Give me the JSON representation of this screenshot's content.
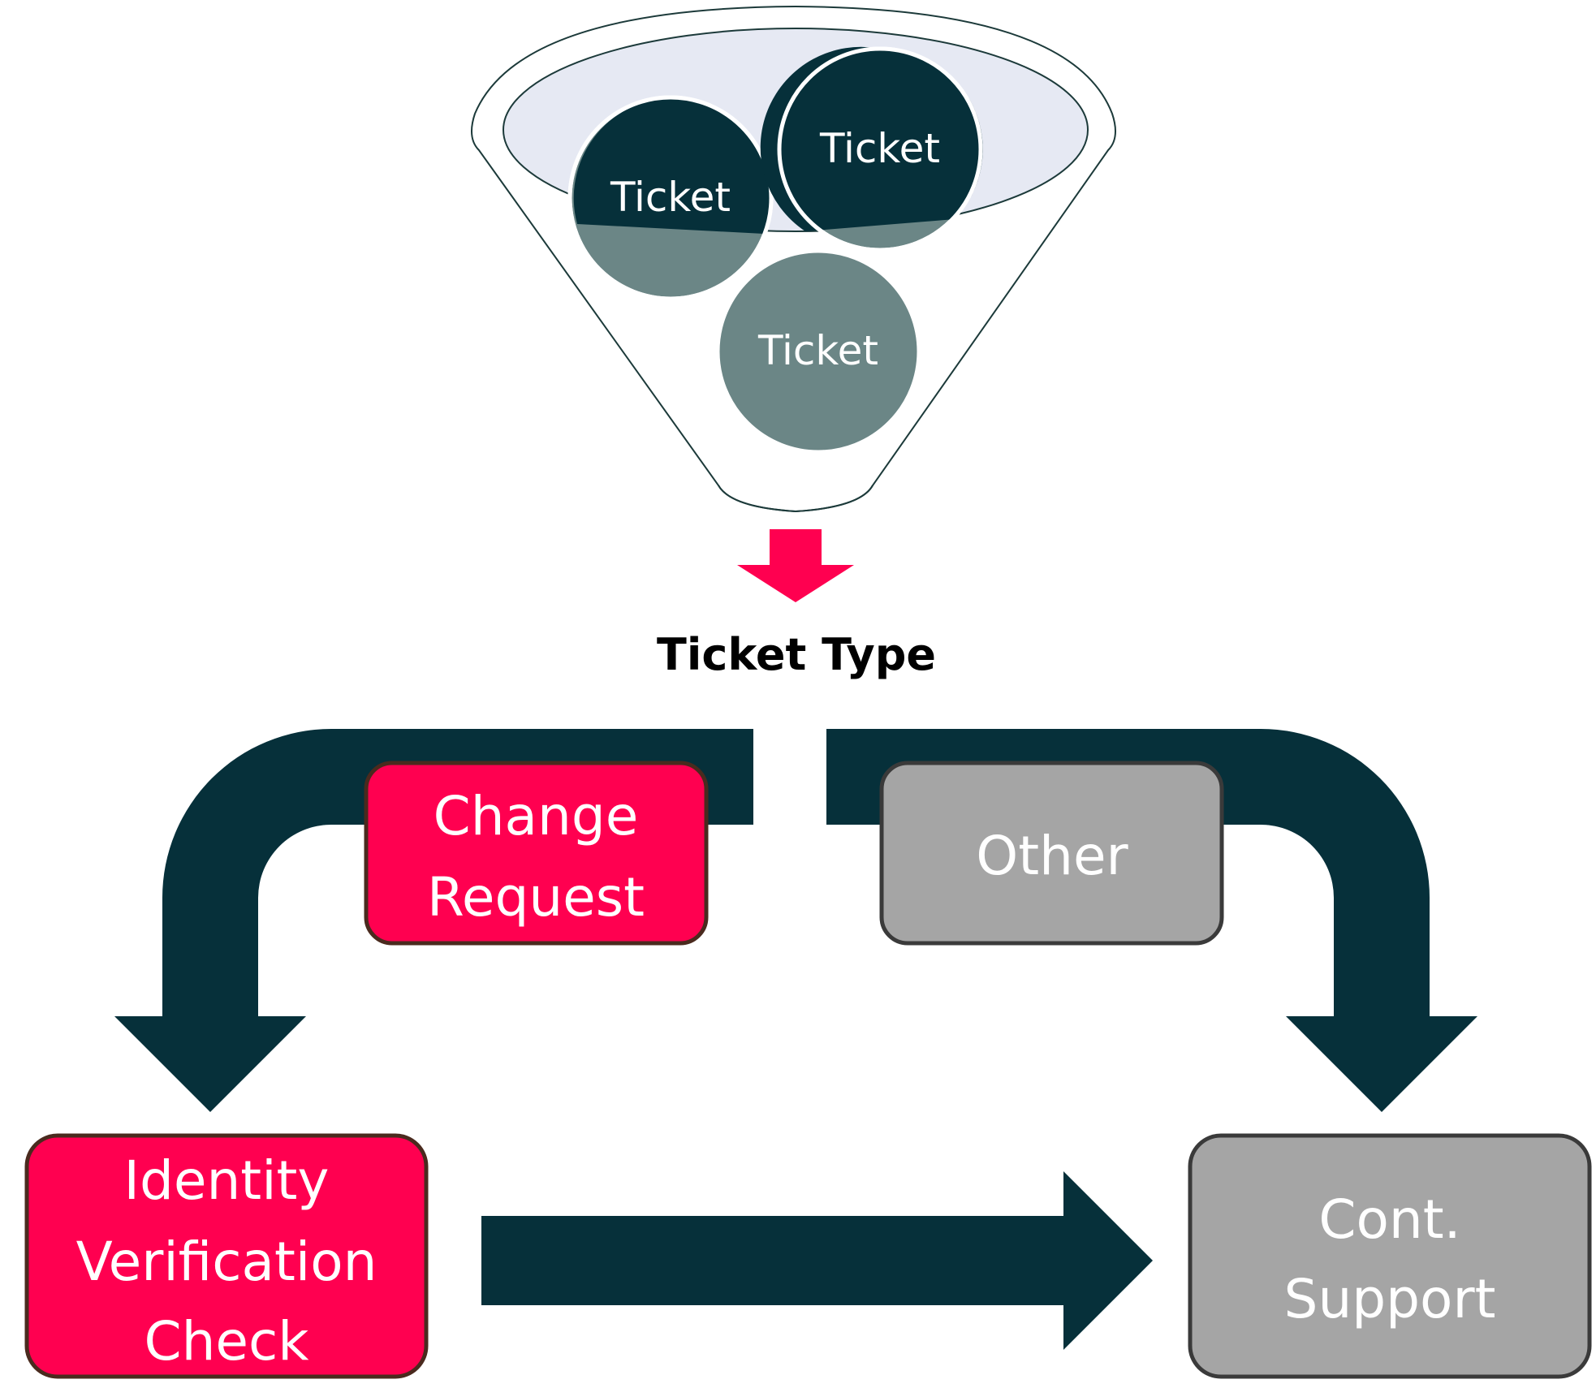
{
  "funnel": {
    "tickets": [
      {
        "label": "Ticket"
      },
      {
        "label": "Ticket"
      },
      {
        "label": "Ticket"
      }
    ]
  },
  "decision": {
    "label": "Ticket Type"
  },
  "branches": {
    "change_request": {
      "line1": "Change",
      "line2": "Request"
    },
    "other": {
      "label": "Other"
    }
  },
  "outcomes": {
    "identity_check": {
      "line1": "Identity",
      "line2": "Verification",
      "line3": "Check"
    },
    "cont_support": {
      "line1": "Cont.",
      "line2": "Support"
    }
  },
  "colors": {
    "accent": "#ff0050",
    "dark": "#06303a",
    "muted": "#6b8686",
    "gray": "#a5a5a5",
    "funnel_fill": "#e6e9f3"
  }
}
